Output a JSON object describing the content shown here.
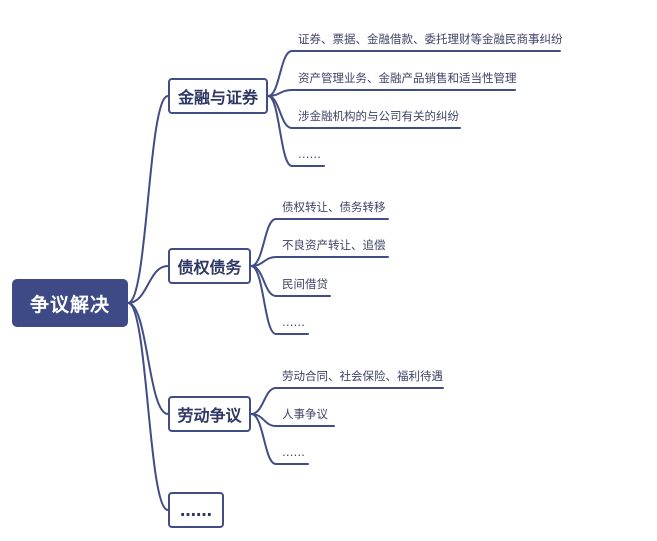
{
  "colors": {
    "root_fill": "#3d4a85",
    "root_text": "#ffffff",
    "branch_border": "#414d84",
    "branch_text": "#2f3764",
    "leaf_text": "#3f4366",
    "connector": "#414d84"
  },
  "root": {
    "label": "争议解决"
  },
  "branches": [
    {
      "label": "金融与证券",
      "leaves": [
        "证券、票据、金融借款、委托理财等金融民商事纠纷",
        "资产管理业务、金融产品销售和适当性管理",
        "涉金融机构的与公司有关的纠纷",
        "……"
      ]
    },
    {
      "label": "债权债务",
      "leaves": [
        "债权转让、债务转移",
        "不良资产转让、追偿",
        "民间借贷",
        "……"
      ]
    },
    {
      "label": "劳动争议",
      "leaves": [
        "劳动合同、社会保险、福利待遇",
        "人事争议",
        "……"
      ]
    },
    {
      "label": "……",
      "leaves": []
    }
  ]
}
